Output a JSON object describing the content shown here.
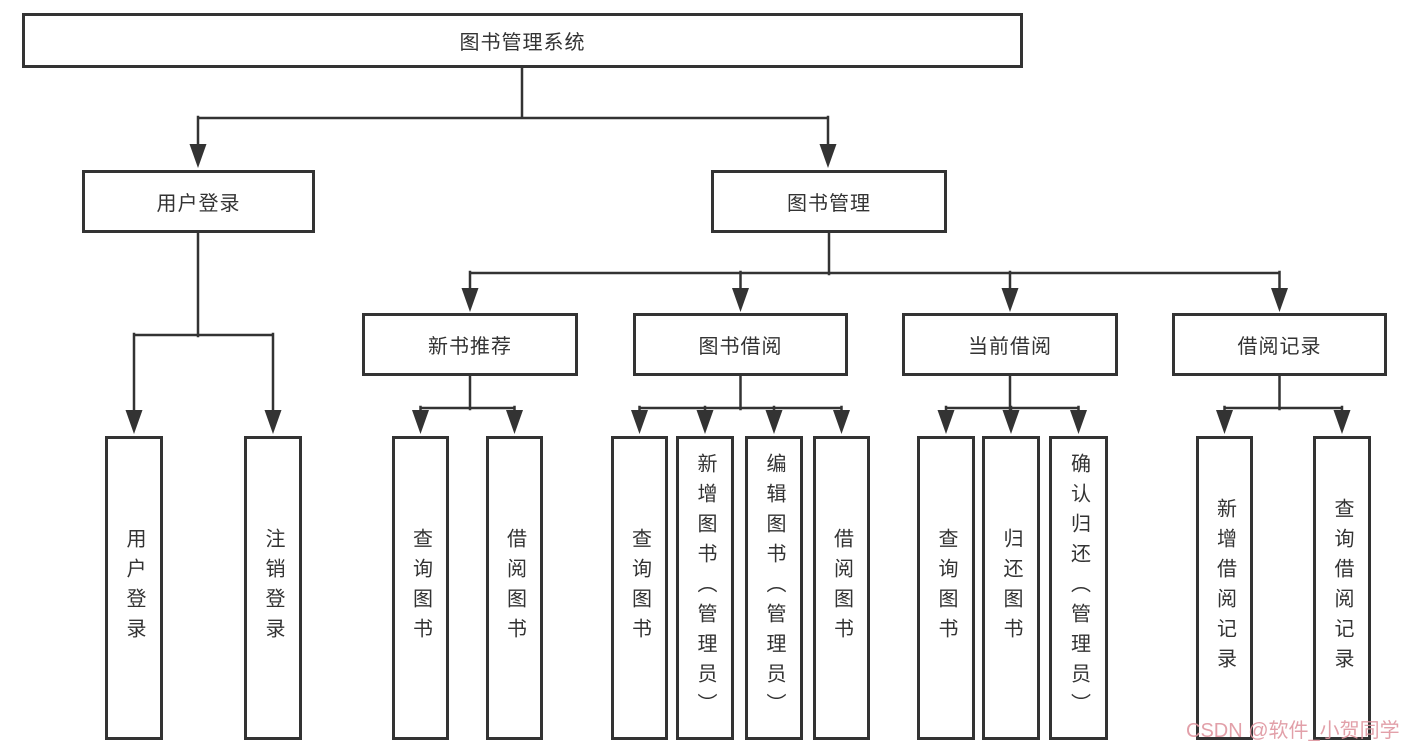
{
  "diagram": {
    "type": "hierarchy-tree",
    "nodes": {
      "root": "图书管理系统",
      "user_login": "用户登录",
      "book_management": "图书管理",
      "leaf_user_login": "用户登录",
      "leaf_logout": "注销登录",
      "new_book_recommend": "新书推荐",
      "book_borrow": "图书借阅",
      "current_borrow": "当前借阅",
      "borrow_record": "借阅记录",
      "nbr_query_book": "查询图书",
      "nbr_borrow_book": "借阅图书",
      "bb_query_book": "查询图书",
      "bb_add_book_admin": "新增图书（管理员）",
      "bb_edit_book_admin": "编辑图书（管理员）",
      "bb_borrow_book": "借阅图书",
      "cb_query_book": "查询图书",
      "cb_return_book": "归还图书",
      "cb_confirm_return_admin": "确认归还（管理员）",
      "br_add_record": "新增借阅记录",
      "br_query_record": "查询借阅记录"
    },
    "watermark": {
      "text": "CSDN @软件_小贺同学"
    }
  },
  "colors": {
    "box_border": "#333333",
    "connector": "#333333",
    "text": "#333333",
    "watermark": "#df96a0",
    "background": "#ffffff"
  }
}
